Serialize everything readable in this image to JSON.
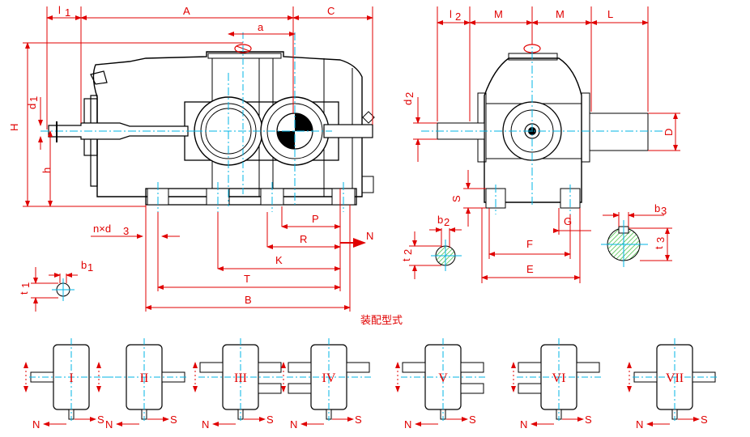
{
  "diagram": {
    "front_view_labels": {
      "l1": "l",
      "l1_sub": "1",
      "A": "A",
      "C": "C",
      "a": "a",
      "H": "H",
      "d1": "d",
      "d1_sub": "1",
      "h": "h",
      "n_d3": "n×d",
      "n_d3_sub": "3",
      "P": "P",
      "R": "R",
      "N": "N",
      "K": "K",
      "T": "T",
      "B": "B"
    },
    "side_view_labels": {
      "l2": "l",
      "l2_sub": "2",
      "M1": "M",
      "M2": "M",
      "L": "L",
      "d2": "d",
      "d2_sub": "2",
      "D": "D",
      "S": "S",
      "G": "G",
      "F": "F",
      "E": "E"
    },
    "keyway_labels": {
      "b1": "b",
      "b1_sub": "1",
      "t1": "t",
      "t1_sub": "1",
      "b2": "b",
      "b2_sub": "2",
      "t2": "t",
      "t2_sub": "2",
      "b3": "b",
      "b3_sub": "3",
      "t3": "t",
      "t3_sub": "3"
    },
    "assembly_title": "装配型式",
    "assembly_types": [
      {
        "roman": "I",
        "n": "N",
        "s": "S"
      },
      {
        "roman": "II",
        "n": "N",
        "s": "S"
      },
      {
        "roman": "III",
        "n": "N",
        "s": "S"
      },
      {
        "roman": "IV",
        "n": "N",
        "s": "S"
      },
      {
        "roman": "V",
        "n": "N",
        "s": "S"
      },
      {
        "roman": "VI",
        "n": "N",
        "s": "S"
      },
      {
        "roman": "VII",
        "n": "N",
        "s": "S"
      }
    ],
    "colors": {
      "outline": "#000000",
      "dimension": "#e00000",
      "centerline": "#00b4e6",
      "shaft_hatch": "#28b428",
      "axis_blue": "#0000ff"
    }
  }
}
